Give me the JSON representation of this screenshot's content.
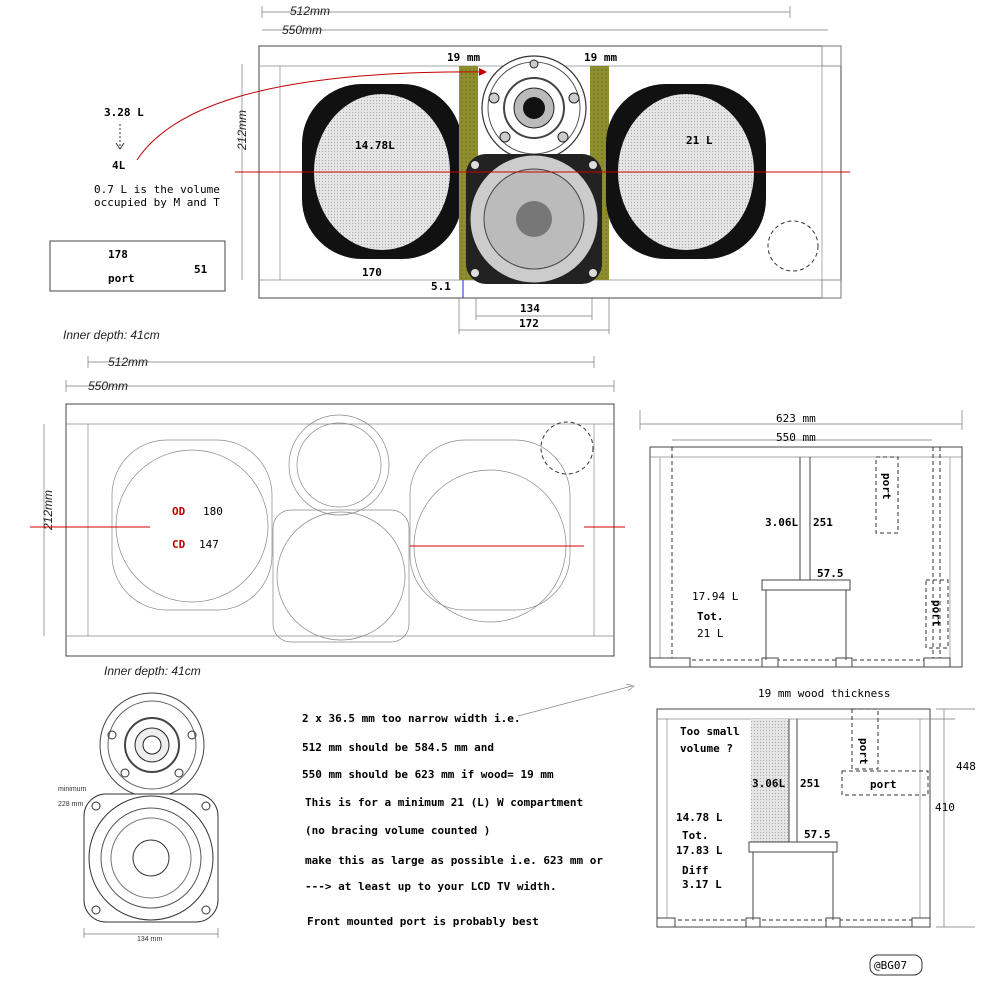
{
  "top_view": {
    "dim_512": "512mm",
    "dim_550": "550mm",
    "dim_212": "212mm",
    "wood_left": "19 mm",
    "wood_right": "19 mm",
    "vol_left": "14.78L",
    "vol_right": "21 L",
    "note_328": "3.28 L",
    "note_4l": "4L",
    "note_07_line1": "0.7 L is the volume",
    "note_07_line2": "occupied by M and T",
    "port_178": "178",
    "port_label": "port",
    "port_51": "51",
    "dim_170": "170",
    "dim_51b": "5.1",
    "dim_134": "134",
    "dim_172": "172",
    "inner_depth": "Inner depth: 41cm"
  },
  "front_view": {
    "dim_512": "512mm",
    "dim_550": "550mm",
    "dim_212": "212mm",
    "od_label": "OD",
    "od_value": "180",
    "cd_label": "CD",
    "cd_value": "147",
    "inner_depth": "Inner depth: 41cm"
  },
  "driver": {
    "minimum": "minimum",
    "dim_228": "228 mm",
    "dim_134": "134 mm"
  },
  "notes": [
    "2 x 36.5 mm too narrow width i.e.",
    "512 mm should be 584.5 mm and",
    "550 mm should be 623 mm if wood= 19 mm",
    "This is for a minimum 21 (L)  W compartment",
    "(no bracing volume counted )",
    "make this as large as possible i.e. 623 mm or",
    "---> at least up to your LCD TV width.",
    "Front mounted port is probably best"
  ],
  "side_top": {
    "dim_623": "623 mm",
    "dim_550": "550 mm",
    "port1": "port",
    "port2": "port",
    "vol_306": "3.06L",
    "dim_251": "251",
    "dim_575": "57.5",
    "vol_1794": "17.94 L",
    "tot_label": "Tot.",
    "tot_value": "21 L"
  },
  "side_bottom": {
    "wood_thickness": "19 mm wood thickness",
    "too_small_1": "Too small",
    "too_small_2": "volume ?",
    "port1": "port",
    "port2": "port",
    "vol_306": "3.06L",
    "dim_251": "251",
    "vol_1478": "14.78 L",
    "dim_575": "57.5",
    "tot_label": "Tot.",
    "tot_value": "17.83 L",
    "diff_label": "Diff",
    "diff_value": "3.17 L",
    "dim_448": "448",
    "dim_410": "410"
  },
  "signature": "@BG07",
  "colors": {
    "wood": "#8a8a2a",
    "cone_fill": "#cccccc",
    "red_line": "#d00000"
  }
}
